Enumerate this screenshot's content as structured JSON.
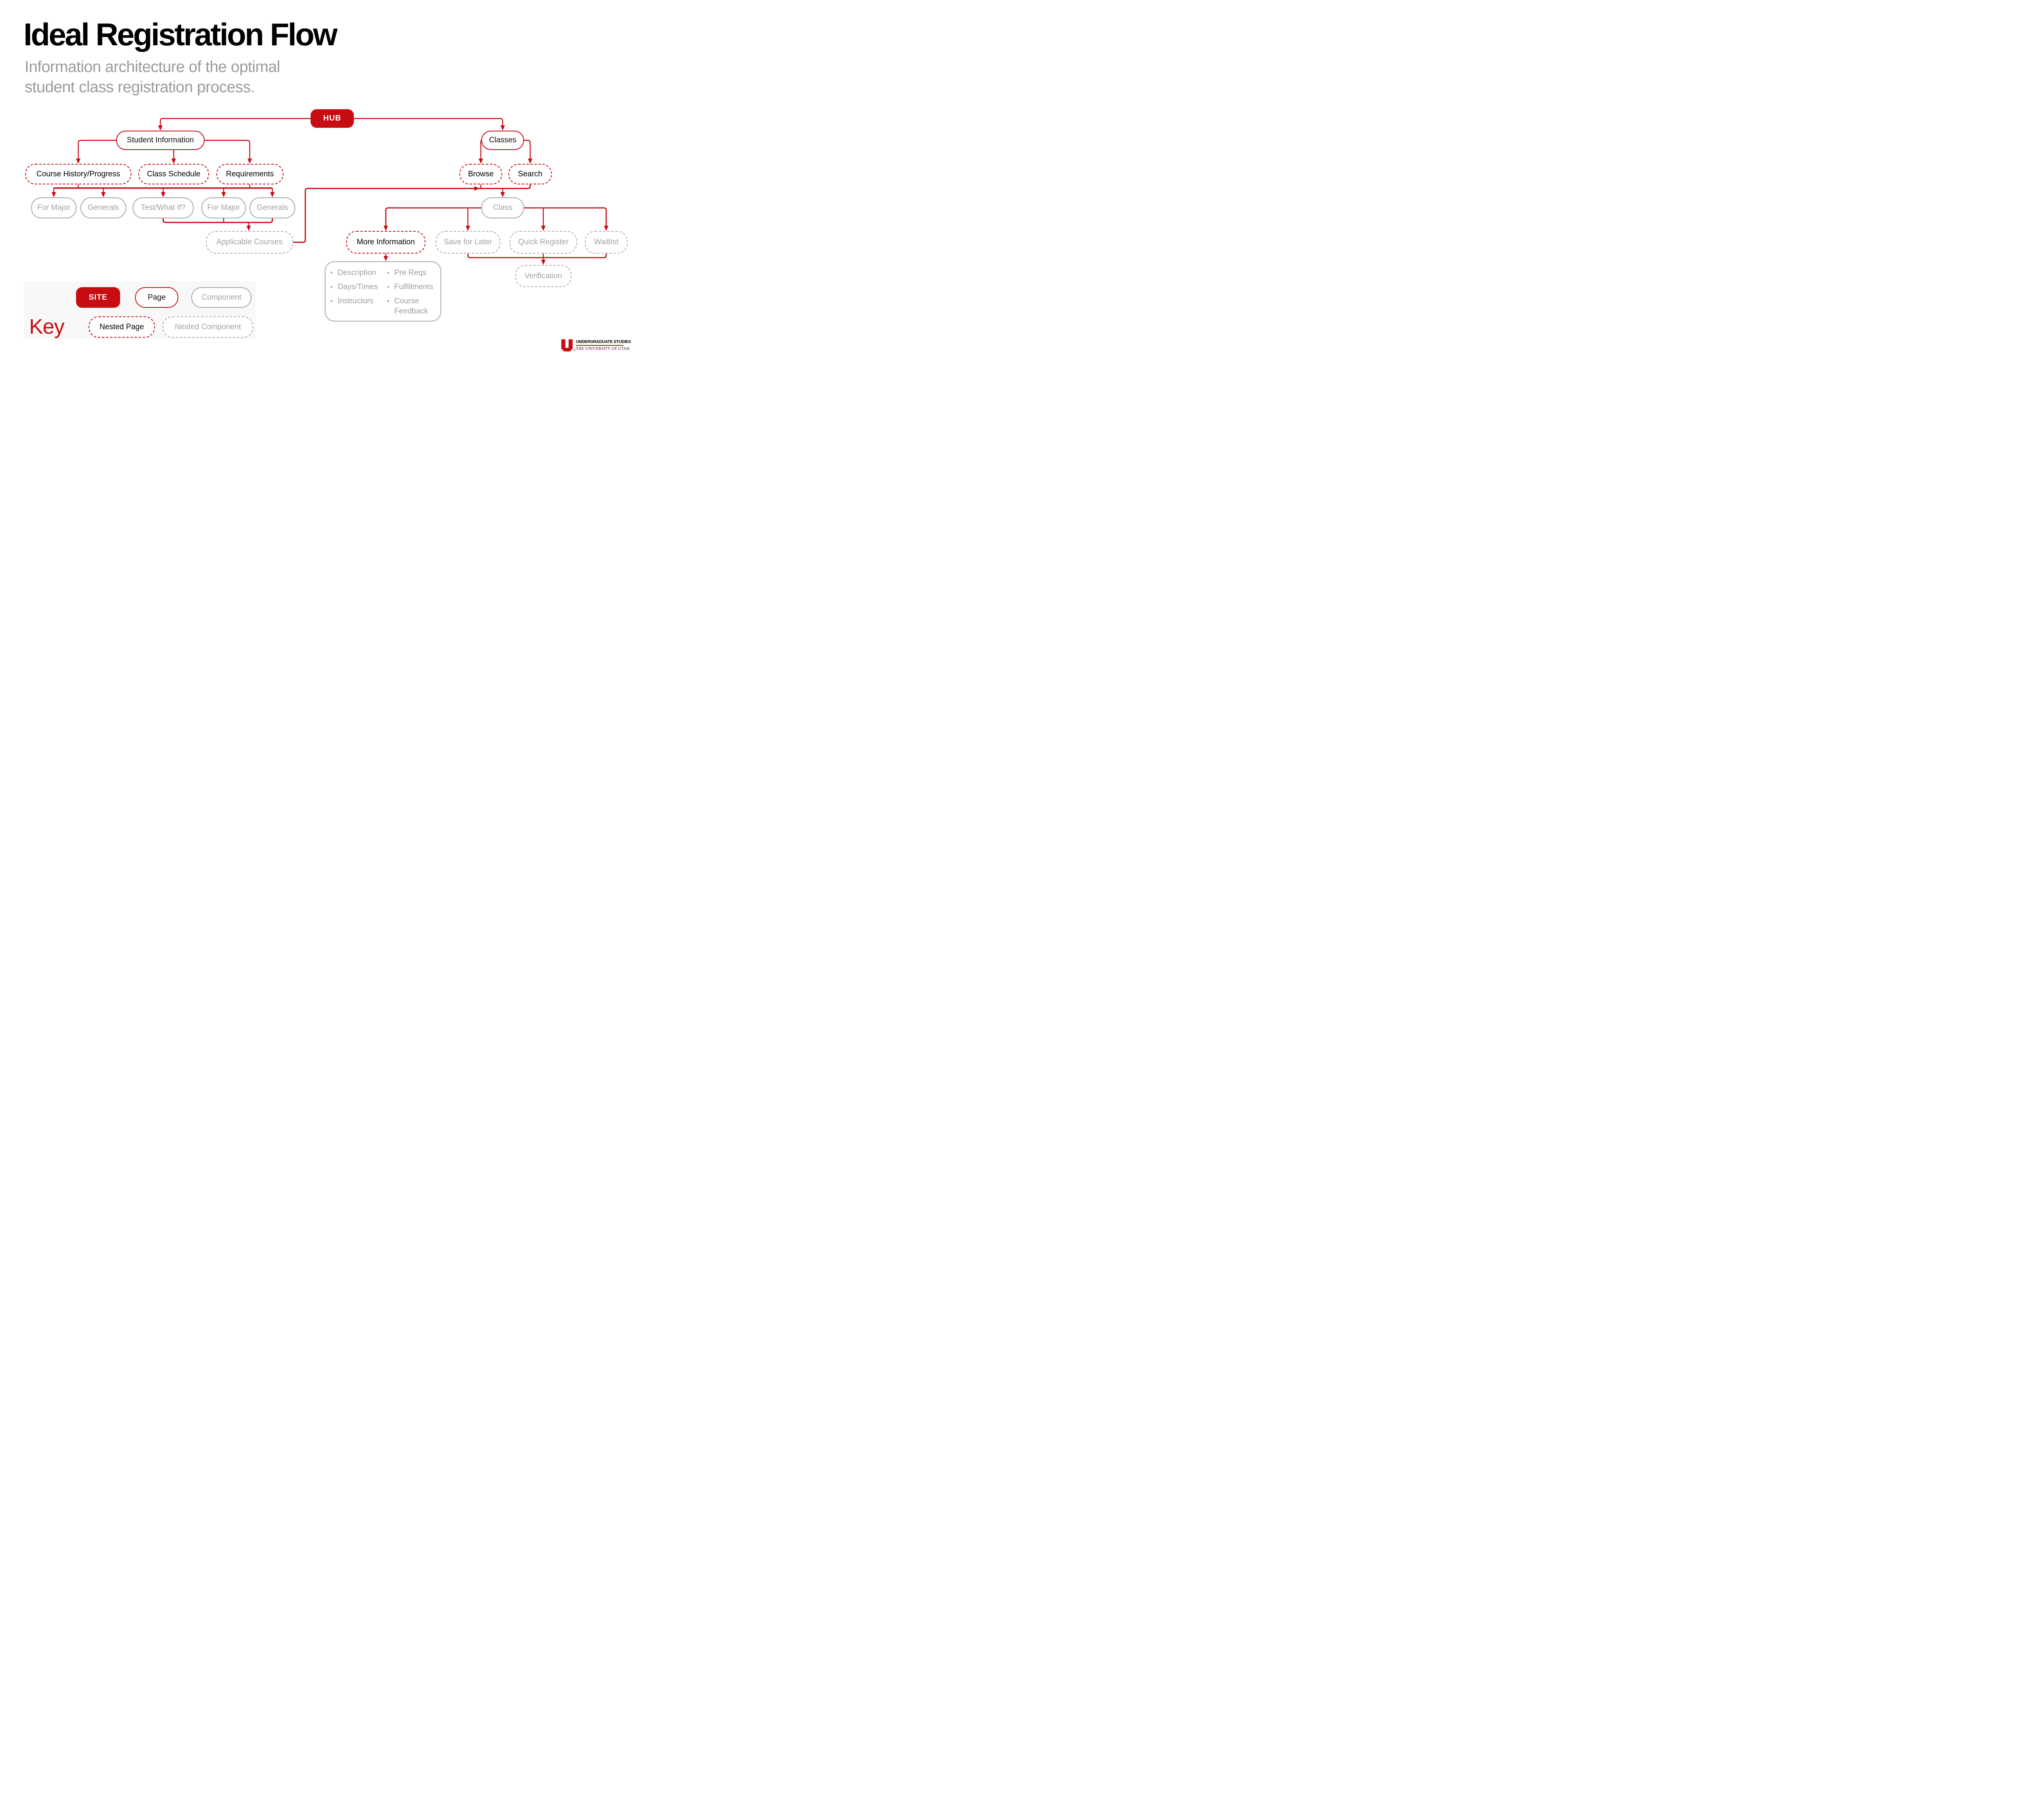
{
  "header": {
    "title": "Ideal Registration Flow",
    "subtitle_line1": "Information architecture of the optimal",
    "subtitle_line2": "student class registration process."
  },
  "colors": {
    "red": "#C70D12",
    "gray_border": "#A6A6A6",
    "gray_text": "#A2A2A2",
    "subtitle_gray": "#9B9B9B",
    "key_panel_bg": "#f8f8f8"
  },
  "flow": {
    "hub": {
      "label": "HUB"
    },
    "student_information": {
      "label": "Student Information"
    },
    "classes": {
      "label": "Classes"
    },
    "course_history": {
      "label": "Course History/Progress"
    },
    "class_schedule": {
      "label": "Class Schedule"
    },
    "requirements": {
      "label": "Requirements"
    },
    "browse": {
      "label": "Browse"
    },
    "search": {
      "label": "Search"
    },
    "for_major_1": {
      "label": "For Major"
    },
    "generals_1": {
      "label": "Generals"
    },
    "test_what_if": {
      "label": "Test/What If?"
    },
    "for_major_2": {
      "label": "For Major"
    },
    "generals_2": {
      "label": "Generals"
    },
    "class": {
      "label": "Class"
    },
    "applicable_courses": {
      "label": "Applicable Courses"
    },
    "more_information": {
      "label": "More Information"
    },
    "save_for_later": {
      "label": "Save for Later"
    },
    "quick_register": {
      "label": "Quick Register"
    },
    "waitlist": {
      "label": "Waitlist"
    },
    "verification": {
      "label": "Verification"
    },
    "class_details": {
      "col1": [
        "Description",
        "Days/Times",
        "Instructors"
      ],
      "col2": [
        "Pre Reqs",
        "Fulfillments",
        "Course Feedback"
      ],
      "bullet": "•"
    }
  },
  "key": {
    "heading": "Key",
    "site": "SITE",
    "page": "Page",
    "component": "Component",
    "nested_page": "Nested Page",
    "nested_component": "Nested Component"
  },
  "logo": {
    "org": "UNDERGRADUATE STUDIES",
    "university": "THE UNIVERSITY OF UTAH",
    "registered": "®"
  }
}
